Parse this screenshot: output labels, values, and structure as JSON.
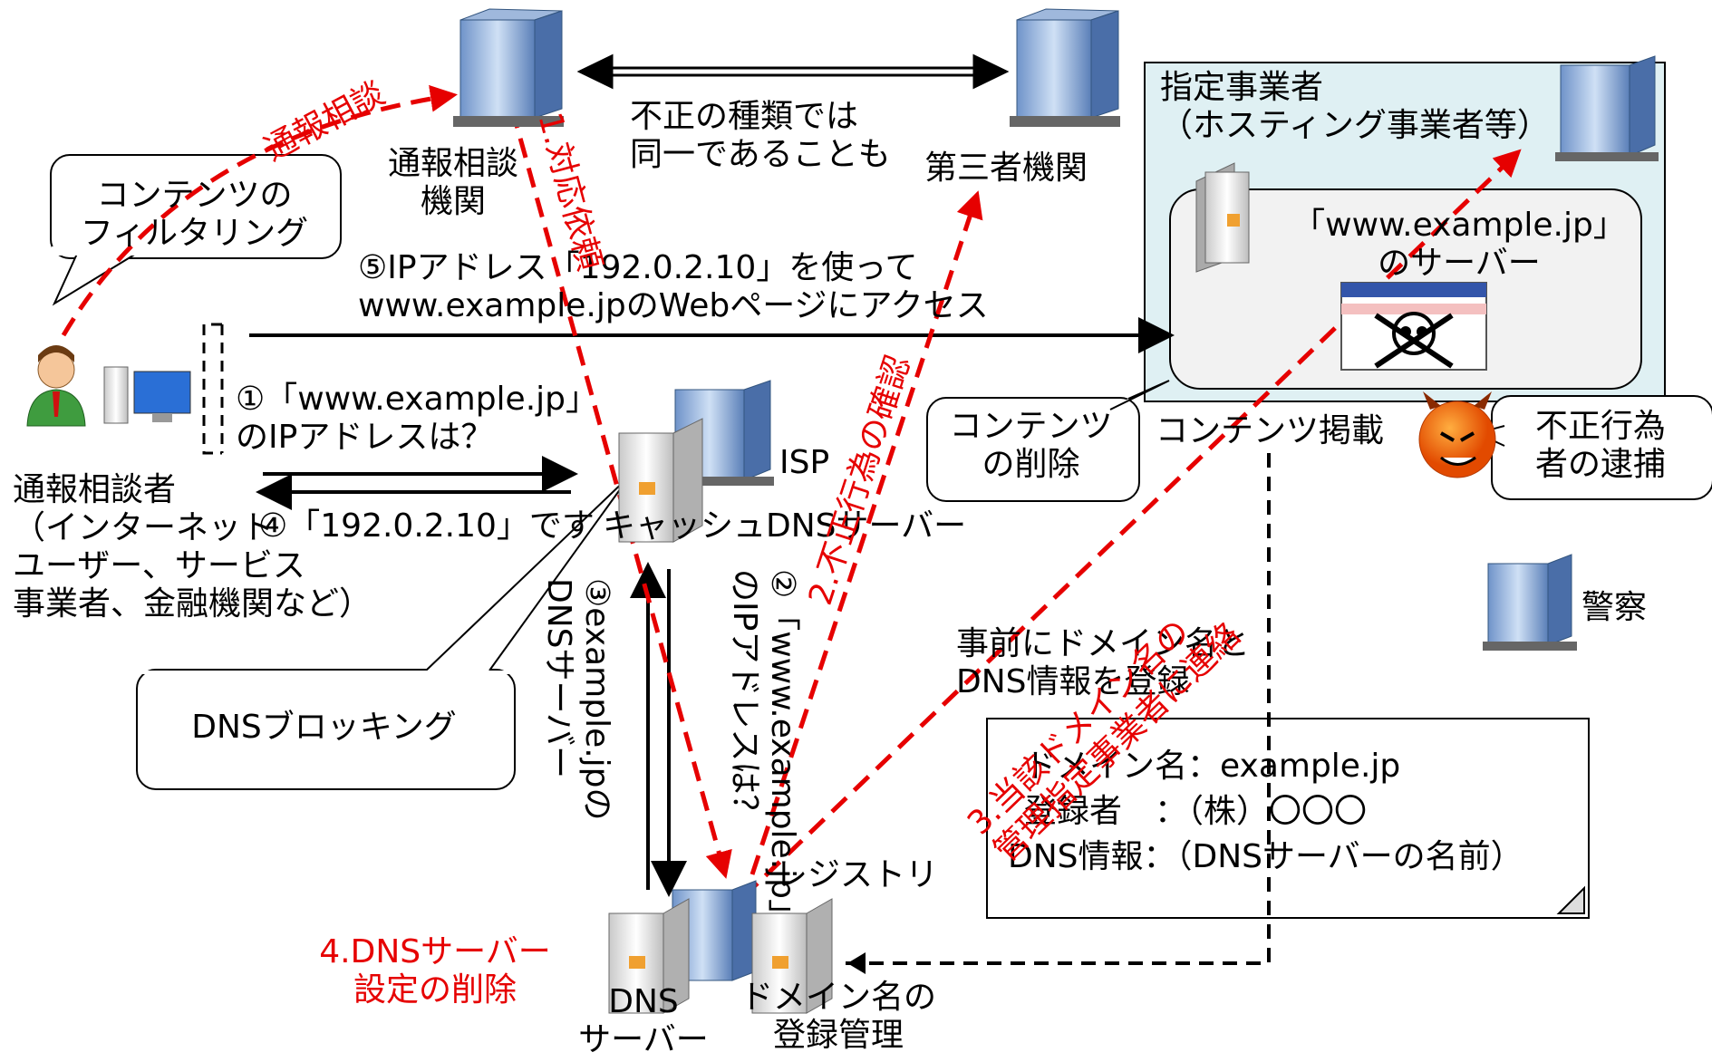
{
  "labels": {
    "reporter_agency": "通報相談\n機関",
    "third_party": "第三者機関",
    "same_type": "不正の種類では\n同一であることも",
    "designated_operator": "指定事業者\n（ホスティング事業者等）",
    "www_server": "「www.example.jp」\nのサーバー",
    "content_filtering": "コンテンツの\nフィルタリング",
    "step5": "⑤IPアドレス「192.0.2.10」を使って\nwww.example.jpのWebページにアクセス",
    "step1": "①「www.example.jp」\nのIPアドレスは？",
    "reporter": "通報相談者\n（インターネット\nユーザー、サービス\n事業者、金融機関など）",
    "step4": "④「192.0.2.10」です",
    "isp": "ISP",
    "cache_dns": "キャッシュDNSサーバー",
    "content_delete": "コンテンツ\nの削除",
    "content_posted": "コンテンツ掲載",
    "arrest": "不正行為\n者の逮捕",
    "police": "警察",
    "dns_blocking": "DNSブロッキング",
    "step3": "③example.jpの\nDNSサーバー",
    "step2": "②「www.example.jp」\nのIPアドレスは？",
    "prior_register": "事前にドメイン名と\nDNS情報を登録",
    "registry": "レジストリ",
    "dns_server": "DNS\nサーバー",
    "domain_mgmt": "ドメイン名の\n登録管理"
  },
  "registration_info": {
    "line1": "ドメイン名：example.jp",
    "line2": "登録者　：（株）〇〇〇",
    "line3": "DNS情報：（DNSサーバーの名前）"
  },
  "red_labels": {
    "report_consult": "通報相談",
    "action1": "1.対応依頼",
    "action2": "2.不正行為の確認",
    "action3": "3.当該ドメイン名の\n管理指定事業者に連絡",
    "action4": "4.DNSサーバー\n設定の削除"
  },
  "icons": [
    "building-icon",
    "server-icon",
    "person-icon",
    "pc-icon",
    "skull-window-icon",
    "devil-icon"
  ],
  "colors": {
    "action": "#e60000",
    "panel": "#dff0f3"
  }
}
